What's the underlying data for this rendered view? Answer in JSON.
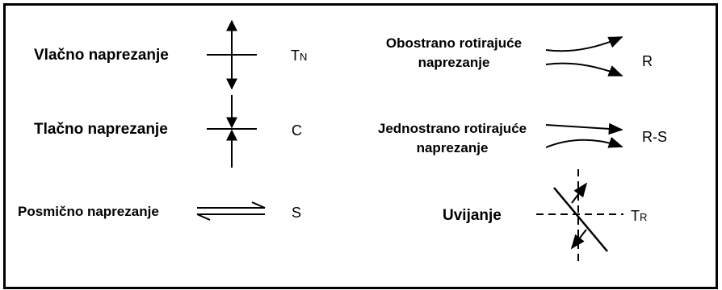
{
  "rows": {
    "tension": {
      "label": "Vlačno naprezanje",
      "code_main": "T",
      "code_sub": "N",
      "icon": "tension-arrows-icon"
    },
    "compression": {
      "label": "Tlačno naprezanje",
      "code": "C",
      "icon": "compression-arrows-icon"
    },
    "shear": {
      "label": "Posmično naprezanje",
      "code": "S",
      "icon": "shear-arrows-icon"
    },
    "reversed_rotating": {
      "label_line1": "Obostrano rotirajuće",
      "label_line2": "naprezanje",
      "code": "R",
      "icon": "reversed-rotating-arrows-icon"
    },
    "one_sided_rotating": {
      "label_line1": "Jednostrano rotirajuće",
      "label_line2": "naprezanje",
      "code": "R-S",
      "icon": "one-sided-rotating-arrows-icon"
    },
    "torsion": {
      "label": "Uvijanje",
      "code_main": "T",
      "code_sub": "R",
      "icon": "torsion-cross-icon"
    }
  }
}
